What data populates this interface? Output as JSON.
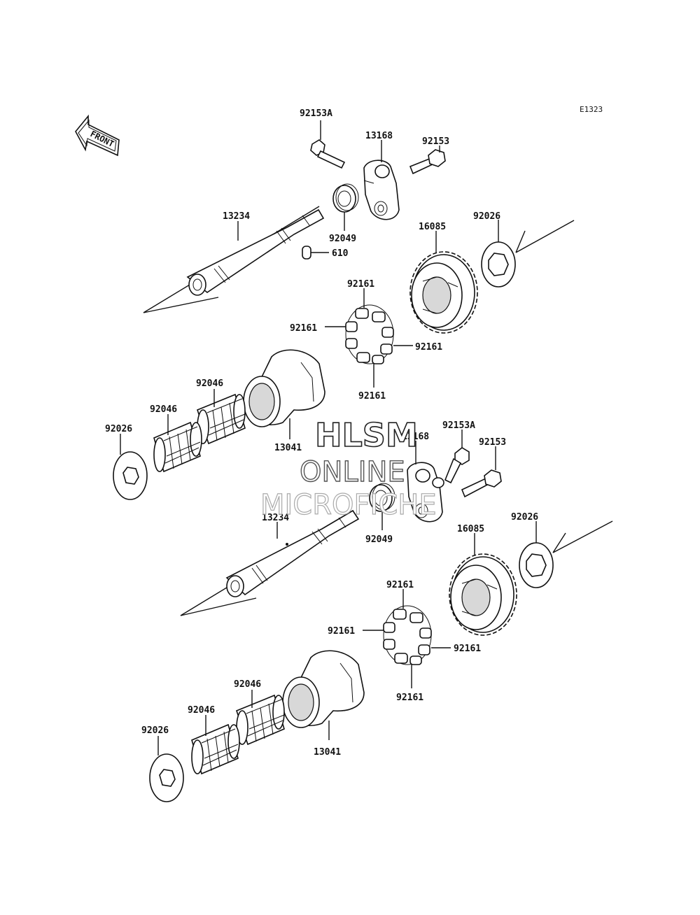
{
  "diagram_code": "E1323",
  "front_label": "FRONT",
  "watermark": {
    "line1": "HLSM",
    "line2": "ONLINE",
    "line3": "MICROFICHE"
  },
  "upper": {
    "bolt_a": "92153A",
    "holder": "13168",
    "bolt": "92153",
    "shaft": "13234",
    "seal": "92049",
    "pin": "610",
    "gear": "16085",
    "washer_right": "92026",
    "damper_top": "92161",
    "damper_left": "92161",
    "damper_right": "92161",
    "damper_bottom": "92161",
    "hub": "13041",
    "bearing_inner": "92046",
    "bearing_outer": "92046",
    "washer_left": "92026"
  },
  "lower": {
    "bolt_a": "92153A",
    "holder": "13168",
    "bolt": "92153",
    "shaft": "13234",
    "seal": "92049",
    "gear": "16085",
    "washer_right": "92026",
    "damper_top": "92161",
    "damper_left": "92161",
    "damper_right": "92161",
    "damper_bottom": "92161",
    "hub": "13041",
    "bearing_inner": "92046",
    "bearing_outer": "92046",
    "washer_left": "92026"
  }
}
